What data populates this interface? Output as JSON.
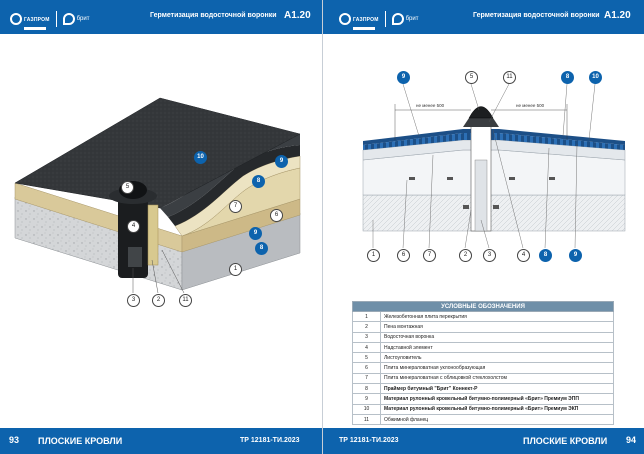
{
  "left_page": {
    "header": {
      "logo_gazprom": "ГАЗПРОМ",
      "logo_brit": "брит",
      "title": "Герметизация водосточной воронки",
      "code": "А1.20"
    },
    "footer": {
      "page_number": "93",
      "section": "ПЛОСКИЕ КРОВЛИ",
      "doc_code": "ТР 12181-ТИ.2023"
    },
    "callouts": [
      {
        "label": "10",
        "style": "blue"
      },
      {
        "label": "9",
        "style": "blue"
      },
      {
        "label": "8",
        "style": "blue"
      },
      {
        "label": "5",
        "style": "white"
      },
      {
        "label": "7",
        "style": "white"
      },
      {
        "label": "6",
        "style": "white"
      },
      {
        "label": "4",
        "style": "white"
      },
      {
        "label": "9",
        "style": "blue"
      },
      {
        "label": "8",
        "style": "blue"
      },
      {
        "label": "1",
        "style": "white"
      },
      {
        "label": "3",
        "style": "white"
      },
      {
        "label": "2",
        "style": "white"
      },
      {
        "label": "11",
        "style": "white"
      }
    ]
  },
  "right_page": {
    "header": {
      "logo_gazprom": "ГАЗПРОМ",
      "logo_brit": "брит",
      "title": "Герметизация водосточной воронки",
      "code": "А1.20"
    },
    "footer": {
      "page_number": "94",
      "section": "ПЛОСКИЕ КРОВЛИ",
      "doc_code": "ТР 12181-ТИ.2023"
    },
    "top_callouts": [
      {
        "label": "9",
        "style": "blue"
      },
      {
        "label": "5",
        "style": "white"
      },
      {
        "label": "11",
        "style": "white"
      },
      {
        "label": "8",
        "style": "blue"
      },
      {
        "label": "10",
        "style": "blue"
      }
    ],
    "bottom_callouts": [
      {
        "label": "1",
        "style": "white"
      },
      {
        "label": "6",
        "style": "white"
      },
      {
        "label": "7",
        "style": "white"
      },
      {
        "label": "2",
        "style": "white"
      },
      {
        "label": "3",
        "style": "white"
      },
      {
        "label": "4",
        "style": "white"
      },
      {
        "label": "8",
        "style": "blue"
      },
      {
        "label": "9",
        "style": "blue"
      }
    ],
    "dimensions": [
      "не менее 500",
      "не менее 500"
    ],
    "legend": {
      "title": "УСЛОВНЫЕ ОБОЗНАЧЕНИЯ",
      "rows": [
        {
          "n": "1",
          "text": "Железобетонная плита перекрытия",
          "bold": false
        },
        {
          "n": "2",
          "text": "Пена монтажная",
          "bold": false
        },
        {
          "n": "3",
          "text": "Водосточная воронка",
          "bold": false
        },
        {
          "n": "4",
          "text": "Надставной элемент",
          "bold": false
        },
        {
          "n": "5",
          "text": "Листоуловитель",
          "bold": false
        },
        {
          "n": "6",
          "text": "Плита минераловатная уклонообразующая",
          "bold": false
        },
        {
          "n": "7",
          "text": "Плита минераловатная с облицовкой стеклохолстом",
          "bold": false
        },
        {
          "n": "8",
          "text": "Праймер битумный \"Брит\" Коннект-Р",
          "bold": true
        },
        {
          "n": "9",
          "text": "Материал рулонный кровельный битумно-полимерный «Брит» Премиум ЭПП",
          "bold": true
        },
        {
          "n": "10",
          "text": "Материал рулонный кровельный битумно-полимерный «Брит» Премиум ЭКП",
          "bold": true
        },
        {
          "n": "11",
          "text": "Обжимной фланец",
          "bold": false
        }
      ]
    }
  }
}
